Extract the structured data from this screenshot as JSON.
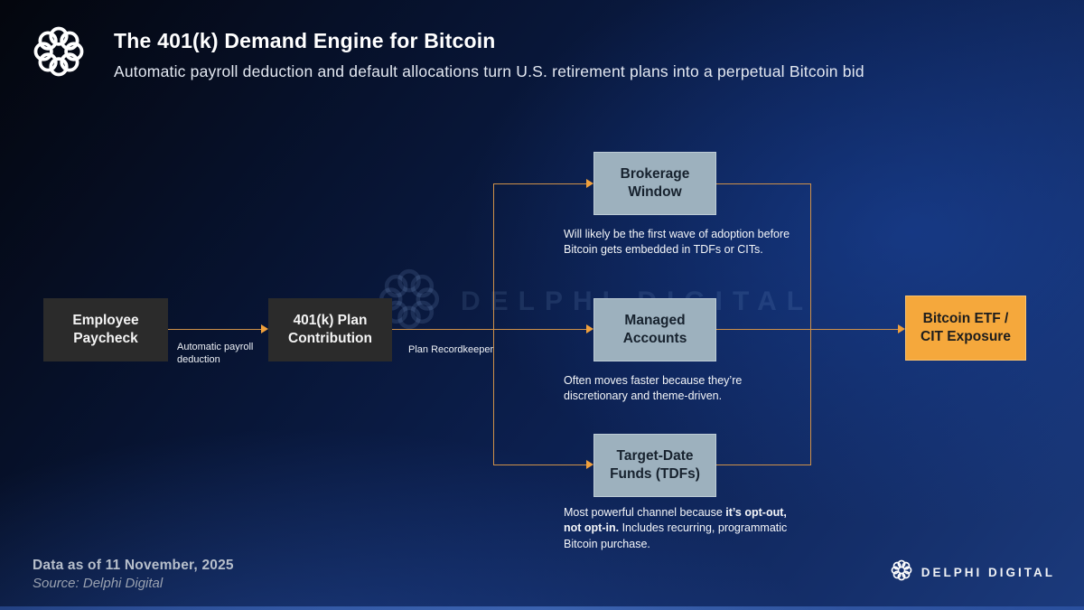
{
  "header": {
    "title": "The 401(k) Demand Engine for Bitcoin",
    "subtitle": "Automatic payroll deduction and default allocations turn U.S. retirement plans into a perpetual Bitcoin bid"
  },
  "flow": {
    "nodes": {
      "employee": {
        "label": "Employee Paycheck"
      },
      "contribution": {
        "label": "401(k) Plan Contribution"
      },
      "brokerage": {
        "label": "Brokerage Window"
      },
      "managed": {
        "label": "Managed Accounts"
      },
      "tdf": {
        "label": "Target-Date Funds (TDFs)"
      },
      "exposure": {
        "label": "Bitcoin ETF / CIT Exposure"
      }
    },
    "edge_labels": {
      "payroll": "Automatic payroll deduction",
      "recordkeeper": "Plan Recordkeeper"
    },
    "notes": {
      "brokerage": "Will likely be the first wave of adoption before Bitcoin gets embedded in TDFs or CITs.",
      "managed": "Often moves faster because they’re discretionary and theme-driven.",
      "tdf_pre": "Most powerful channel because ",
      "tdf_bold": "it’s opt-out, not opt-in.",
      "tdf_post": " Includes recurring, programmatic Bitcoin purchase."
    }
  },
  "watermark": {
    "text": "DELPHI DIGITAL"
  },
  "footer": {
    "data_as_of": "Data as of 11 November, 2025",
    "source": "Source: Delphi Digital",
    "brand": "DELPHI DIGITAL"
  },
  "colors": {
    "background_navy": "#0e2458",
    "box_dark": "#2b2b2b",
    "box_slate": "#9db1be",
    "box_orange": "#f5a83c",
    "connector_orange": "#cf9149",
    "arrow_orange": "#f0a03c"
  }
}
